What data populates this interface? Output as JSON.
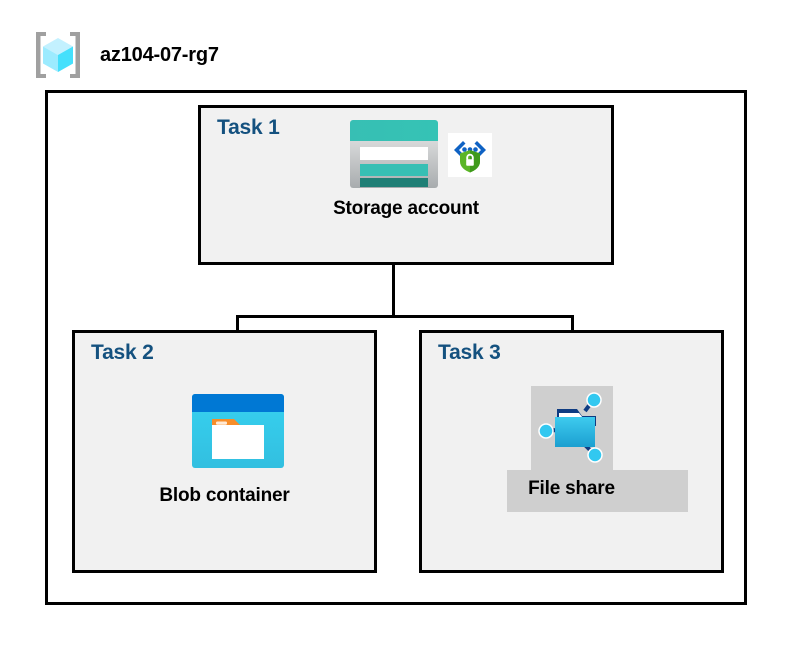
{
  "diagram": {
    "title": "az104-07-rg7",
    "resource_group_icon": "resource-group-cube-icon",
    "container_name": "resource-group-container",
    "colors": {
      "task_label": "#14517F",
      "task_box_fill": "#F1F1F1",
      "box_border": "#000000",
      "outer_fill": "#FFFFFF",
      "caption_text": "#000000",
      "highlight": "#CFCFCF",
      "storage_teal": "#37BFB4",
      "storage_teal_dark": "#1F7F76",
      "blob_blue": "#0078D4",
      "blob_cyan": "#32C8F0",
      "blob_orange": "#F78D29",
      "fileshare_cyan": "#32BEE8",
      "fileshare_navy": "#0F3C82",
      "cube_cyan": "#50E6FF",
      "bracket_gray": "#A0A0A0",
      "shield_green": "#5BB527",
      "bracket_blue": "#0F62C4"
    },
    "tasks": [
      {
        "id": "task-1",
        "label": "Task 1",
        "node": {
          "caption": "Storage account",
          "icon": "storage-account-icon",
          "badge_icon": "encryption-shield-icon"
        }
      },
      {
        "id": "task-2",
        "label": "Task 2",
        "node": {
          "caption": "Blob container",
          "icon": "blob-container-icon"
        }
      },
      {
        "id": "task-3",
        "label": "Task 3",
        "node": {
          "caption": "File share",
          "icon": "file-share-icon",
          "highlighted": true
        }
      }
    ],
    "connections": [
      {
        "from": "Storage account",
        "to": "Blob container"
      },
      {
        "from": "Storage account",
        "to": "File share"
      }
    ]
  }
}
